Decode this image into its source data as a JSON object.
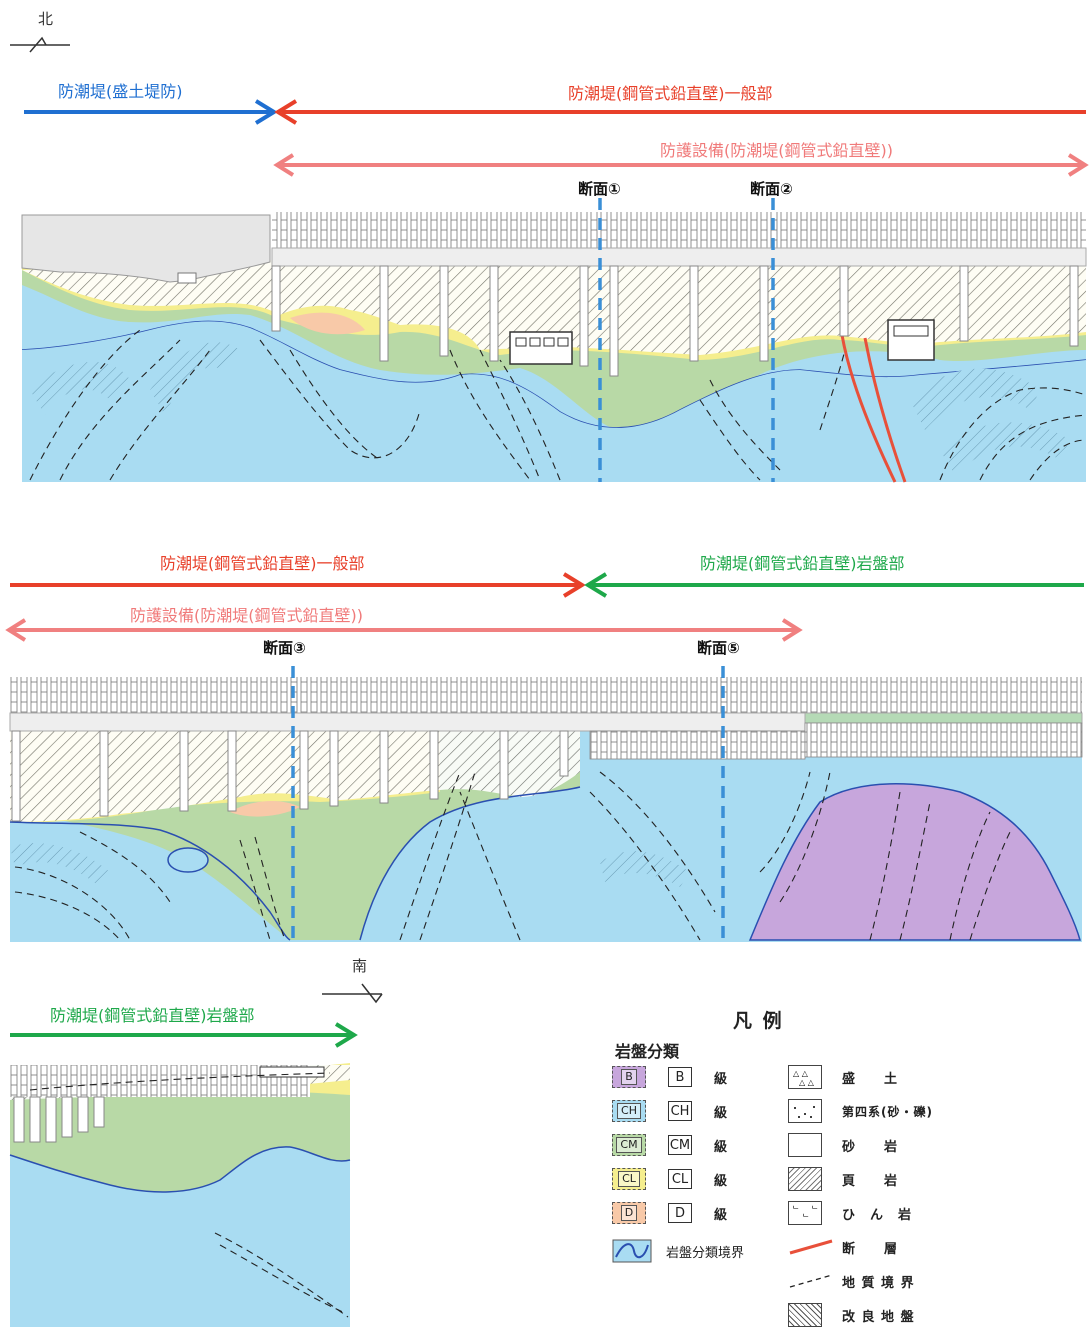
{
  "compass": {
    "north": "北",
    "south": "南"
  },
  "top_panel": {
    "label_embankment": "防潮堤(盛土堤防)",
    "label_general": "防潮堤(鋼管式鉛直壁)一般部",
    "label_protection": "防護設備(防潮堤(鋼管式鉛直壁))",
    "section1": "断面①",
    "section2": "断面②"
  },
  "middle_panel": {
    "label_general": "防潮堤(鋼管式鉛直壁)一般部",
    "label_rock": "防潮堤(鋼管式鉛直壁)岩盤部",
    "label_protection": "防護設備(防潮堤(鋼管式鉛直壁))",
    "section3": "断面③",
    "section5": "断面⑤"
  },
  "bottom_panel": {
    "label_rock": "防潮堤(鋼管式鉛直壁)岩盤部"
  },
  "legend": {
    "title": "凡 例",
    "rock_class_heading": "岩盤分類",
    "rock_classes": [
      {
        "code": "B",
        "swatch_label": "B",
        "level": "級",
        "color": "#c7a6dc"
      },
      {
        "code": "CH",
        "swatch_label": "CH",
        "level": "級",
        "color": "#a9dcf2"
      },
      {
        "code": "CM",
        "swatch_label": "CM",
        "level": "級",
        "color": "#b8d9a6"
      },
      {
        "code": "CL",
        "swatch_label": "CL",
        "level": "級",
        "color": "#f5ee8e"
      },
      {
        "code": "D",
        "swatch_label": "D",
        "level": "級",
        "color": "#f8c9a8"
      }
    ],
    "boundary_label": "岩盤分類境界",
    "rock_types": [
      {
        "name": "盛　　土",
        "icon": "fill-triangles-icon"
      },
      {
        "name": "第四系(砂・礫)",
        "icon": "quaternary-dots-icon"
      },
      {
        "name": "砂　　岩",
        "icon": "sandstone-blank-icon"
      },
      {
        "name": "頁　　岩",
        "icon": "shale-hatch-icon"
      },
      {
        "name": "ひ　ん　岩",
        "icon": "porphyrite-icon"
      },
      {
        "name": "断　　層",
        "icon": "fault-line-icon"
      },
      {
        "name": "地 質 境 界",
        "icon": "geologic-boundary-icon"
      },
      {
        "name": "改 良 地 盤",
        "icon": "improved-ground-icon"
      }
    ]
  },
  "colors": {
    "blue_arrow": "#1f6fd1",
    "red_arrow": "#e8402a",
    "pink_arrow": "#f08080",
    "green_arrow": "#1ea84a",
    "section_line": "#3a8fd6",
    "rock_B": "#c7a6dc",
    "rock_CH": "#a9dcf2",
    "rock_CM": "#b8d9a6",
    "rock_CL": "#f5ee8e",
    "rock_D": "#f8c9a8",
    "fault": "#e8503a"
  }
}
